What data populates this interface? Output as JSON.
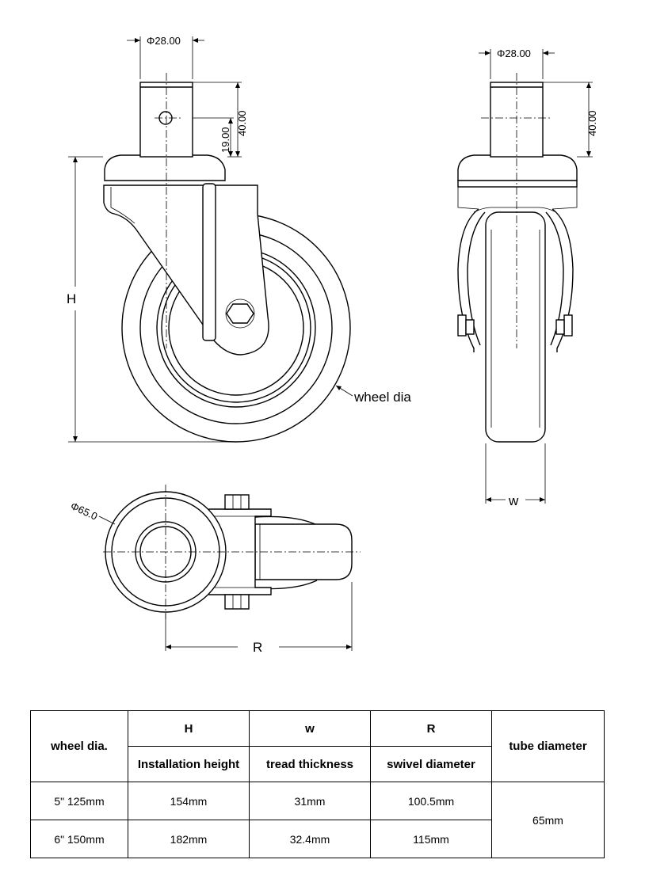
{
  "drawing": {
    "front": {
      "tube_dia": "Φ28.00",
      "pin_height": "19.00",
      "tube_height": "40.00",
      "height_label": "H",
      "wheel_label": "wheel dia"
    },
    "side": {
      "tube_dia": "Φ28.00",
      "tube_height": "40.00",
      "width_label": "w"
    },
    "top": {
      "plate_dia": "Φ65.0",
      "radius_label": "R"
    }
  },
  "table": {
    "col1_header": "wheel dia.",
    "h_header": "H",
    "h_sub": "Installation height",
    "w_header": "w",
    "w_sub": "tread thickness",
    "r_header": "R",
    "r_sub": "swivel diameter",
    "tube_header": "tube diameter",
    "rows": [
      {
        "wheel": "5\" 125mm",
        "h": "154mm",
        "w": "31mm",
        "r": "100.5mm"
      },
      {
        "wheel": "6\" 150mm",
        "h": "182mm",
        "w": "32.4mm",
        "r": "115mm"
      }
    ],
    "tube_value": "65mm"
  }
}
